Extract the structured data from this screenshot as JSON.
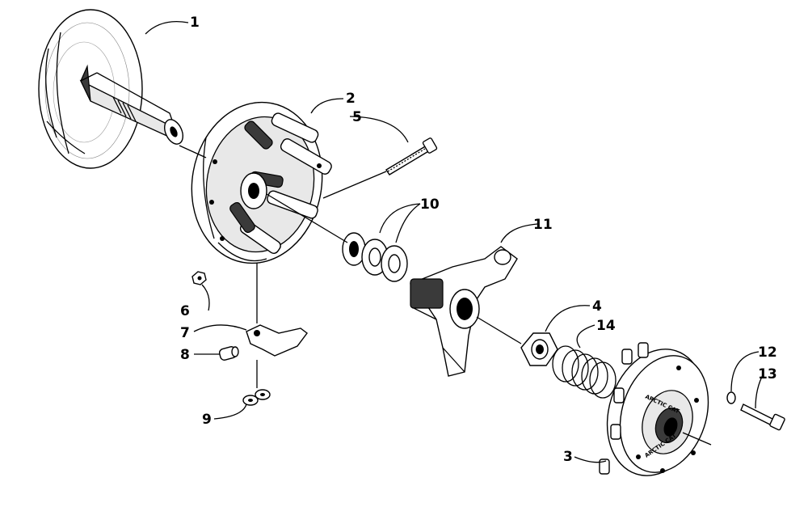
{
  "figure": {
    "callouts": [
      {
        "id": "callout-1",
        "label": "1"
      },
      {
        "id": "callout-2",
        "label": "2"
      },
      {
        "id": "callout-3",
        "label": "3"
      },
      {
        "id": "callout-4",
        "label": "4"
      },
      {
        "id": "callout-5",
        "label": "5"
      },
      {
        "id": "callout-6",
        "label": "6"
      },
      {
        "id": "callout-7",
        "label": "7"
      },
      {
        "id": "callout-8",
        "label": "8"
      },
      {
        "id": "callout-9",
        "label": "9"
      },
      {
        "id": "callout-10",
        "label": "10"
      },
      {
        "id": "callout-11",
        "label": "11"
      },
      {
        "id": "callout-12",
        "label": "12"
      },
      {
        "id": "callout-13",
        "label": "13"
      },
      {
        "id": "callout-14",
        "label": "14"
      }
    ],
    "cover_logo_text": "ARCTIC CAT"
  }
}
